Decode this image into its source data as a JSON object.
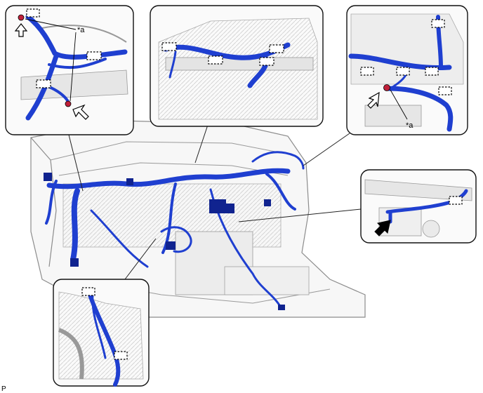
{
  "figure": {
    "id_label": "P",
    "callout_label": "*a",
    "colors": {
      "harness": "#1f3fd0",
      "harness_dark": "#10238f",
      "outline": "#111111",
      "body_line": "#9a9a9a",
      "fill_light": "#f2f2f2",
      "bolt": "#c0203a"
    }
  },
  "callouts": [
    {
      "name": "callout-top-left",
      "label": "*a"
    },
    {
      "name": "callout-top-right",
      "label": "*a"
    }
  ]
}
